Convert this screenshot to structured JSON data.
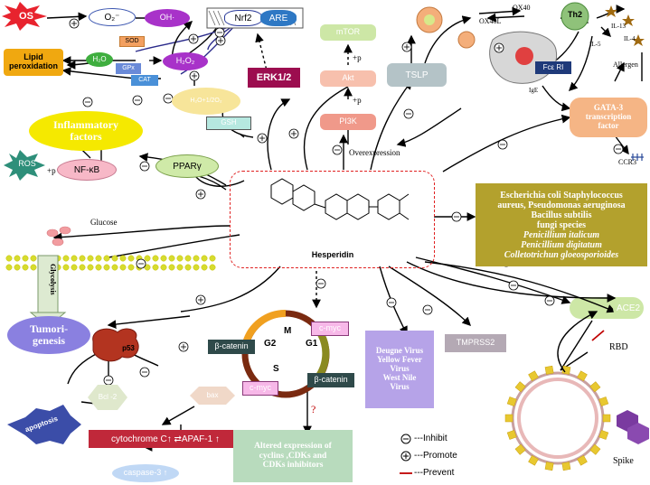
{
  "central": {
    "label": "Hesperidin"
  },
  "nodes": {
    "os": "OS",
    "o2": "O₂⁻",
    "oh": "OH·",
    "nrf2": "Nrf2",
    "are": "ARE",
    "sod": "SOD",
    "h2o_a": "H₂O",
    "h2o2": "H₂O₂",
    "gpx": "GPx",
    "cat": "CAT",
    "h2o_o2": "H₂O+1/2O₂",
    "lipid": "Lipid peroxidation",
    "gsh": "GSH",
    "erk": "ERK1/2",
    "mtor": "mTOR",
    "akt": "Akt",
    "pi3k": "PI3K",
    "p1": "+p",
    "p2": "+p",
    "overexpression": "Overexpression",
    "inflammatory": "Inflammatory factors",
    "ros": "ROS",
    "p3": "+p",
    "nfkb": "NF-κB",
    "ppar": "PPARγ",
    "glucose": "Glucose",
    "glycolysis": "Glycolysis",
    "tumori": "Tumori-genesis",
    "tslp": "TSLP",
    "ox40": "OX40",
    "ox40l": "OX40L",
    "th2": "Th2",
    "il13": "IL-13",
    "il4": "IL-4",
    "il5": "IL-5",
    "allergen": "Allergen",
    "fce": "Fcε RI",
    "ige": "IgE",
    "gata3": "GATA-3 transcription factor",
    "ccr3": "CCR3",
    "bacteria": [
      "Escherichia coli Staphylococcus",
      "aureus, Pseudomonas aeruginosa",
      "Bacillus subtilis",
      "fungi species",
      "Penicillium italicum",
      "Penicillium digitatum",
      "Colletotrichun gloeosporioides"
    ],
    "ace2": "ACE2",
    "rbd": "RBD",
    "spike": "Spike",
    "tmprss2": "TMPRSS2",
    "viruses": [
      "Deugne Virus",
      "Yellow Fever",
      "Virus",
      "West Nile",
      "Virus"
    ],
    "p53": "p53",
    "bcl2": "Bcl -2",
    "bax": "bax",
    "cyto": "cytochrome C↑ ⇄APAF-1 ↑",
    "casp": "caspase-3 ↑",
    "apoptosis": "apoptosis",
    "bcat1": "β-catenin",
    "bcat2": "β-catenin",
    "cmyc1": "c-myc",
    "cmyc2": "c-myc",
    "g1": "G1",
    "g2": "G2",
    "m": "M",
    "s": "S",
    "question": "?",
    "altered": [
      "Altered expression of",
      "cyclins ,CDKs and",
      "CDKs inhibitors"
    ]
  },
  "legend": {
    "inhibit": "---Inhibit",
    "promote": "---Promote",
    "prevent": "---Prevent"
  },
  "colors": {
    "olive": "#b3a12d",
    "purple_box": "#b6a3e8",
    "green_box": "#b8dbbd",
    "maroon": "#9c0d4f",
    "light_blue": "#c6dcf5",
    "pink": "#f7b8c7",
    "yellow": "#f5e900",
    "orange": "#f3a60e",
    "dark_red": "#c00000"
  }
}
